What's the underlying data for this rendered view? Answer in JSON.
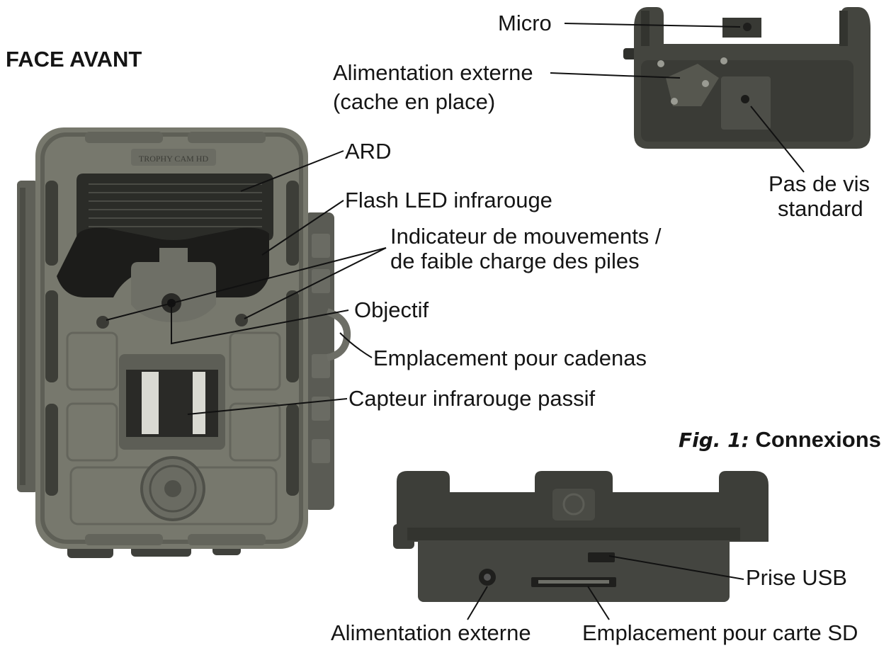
{
  "headings": {
    "front": "FACE AVANT",
    "figure_prefix": "Fig. 1:",
    "figure_title": "Connexions"
  },
  "labels": {
    "micro": "Micro",
    "ext_power_top_line1": "Alimentation externe",
    "ext_power_top_line2": "(cache en place)",
    "tripod_line1": "Pas de vis",
    "tripod_line2": "standard",
    "ard": "ARD",
    "ir_flash": "Flash LED infrarouge",
    "indicator_line1": "Indicateur de mouvements /",
    "indicator_line2": "de faible charge des piles",
    "lens": "Objectif",
    "padlock": "Emplacement pour cadenas",
    "pir": "Capteur infrarouge passif",
    "usb": "Prise USB",
    "ext_power_bottom": "Alimentation externe",
    "sd_slot": "Emplacement pour carte SD"
  },
  "colors": {
    "body_front": "#77786d",
    "body_dark": "#3b3c37",
    "body_side": "#4a4b46",
    "leader": "#111111"
  }
}
